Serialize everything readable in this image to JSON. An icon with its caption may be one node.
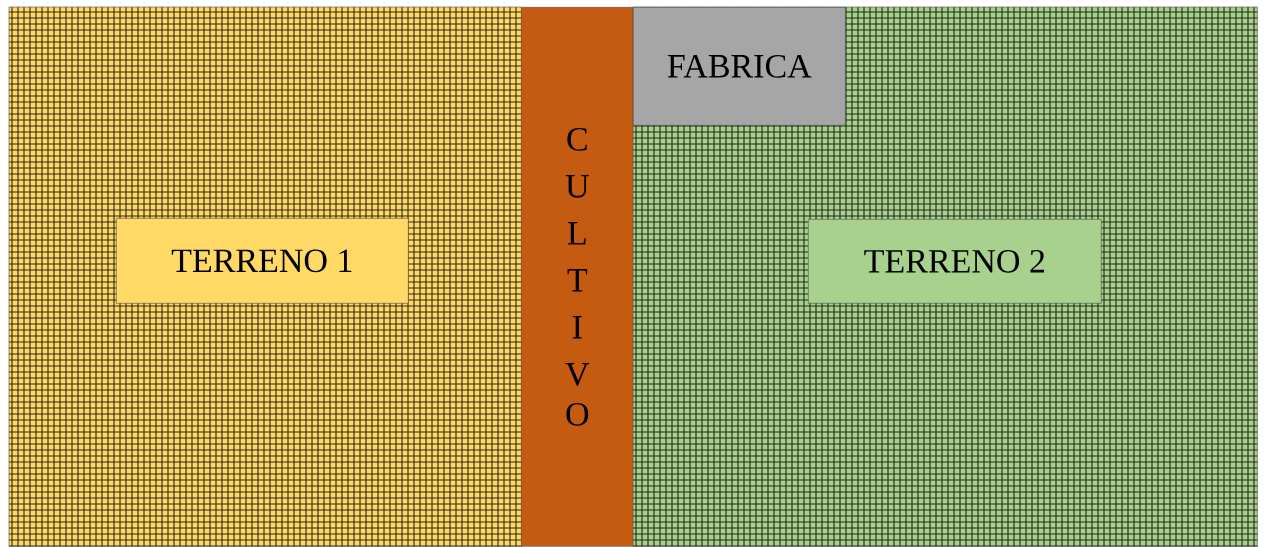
{
  "diagram": {
    "nodes": [
      {
        "text": [],
        "shape": "box"
      },
      {
        "text": [
          "TERRENO 1"
        ],
        "in": 0
      },
      {
        "text": [
          "CULTIVO"
        ]
      },
      {
        "text": [],
        "shape": "box"
      },
      {
        "text": [
          "FABRICA"
        ],
        "in": 3
      },
      {
        "text": [
          "TERRENO 2"
        ],
        "in": 3
      }
    ]
  }
}
